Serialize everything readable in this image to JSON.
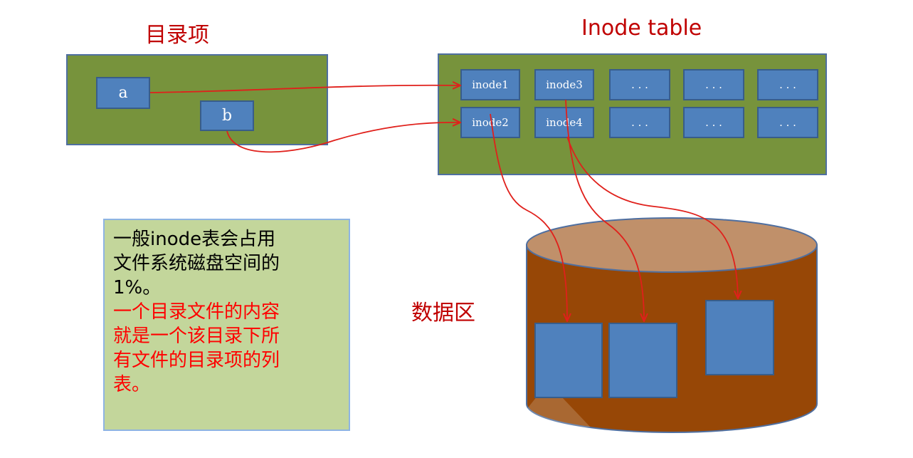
{
  "labels": {
    "directory_entries": "目录项",
    "inode_table": "Inode table",
    "data_area": "数据区"
  },
  "directory_entries": [
    "a",
    "b"
  ],
  "inode_table": {
    "row1": [
      "inode1",
      "inode3",
      ". . .",
      ". . .",
      ". . ."
    ],
    "row2": [
      "inode2",
      "inode4",
      ". . .",
      ". . .",
      ". . ."
    ]
  },
  "note": {
    "line1": "一般inode表会占用",
    "line2": "文件系统磁盘空间的",
    "line3": "1%。",
    "line4": "一个目录文件的内容",
    "line5": "就是一个该目录下所",
    "line6": "有文件的目录项的列",
    "line7": "表。"
  },
  "colors": {
    "panel_green": "#77933c",
    "box_blue": "#4f81bd",
    "label_red": "#c00000",
    "note_red": "#ff0000",
    "note_bg": "#c3d69b",
    "cylinder_side": "#974706",
    "cylinder_top": "#c0906a",
    "arrow_red": "#e0201b"
  }
}
